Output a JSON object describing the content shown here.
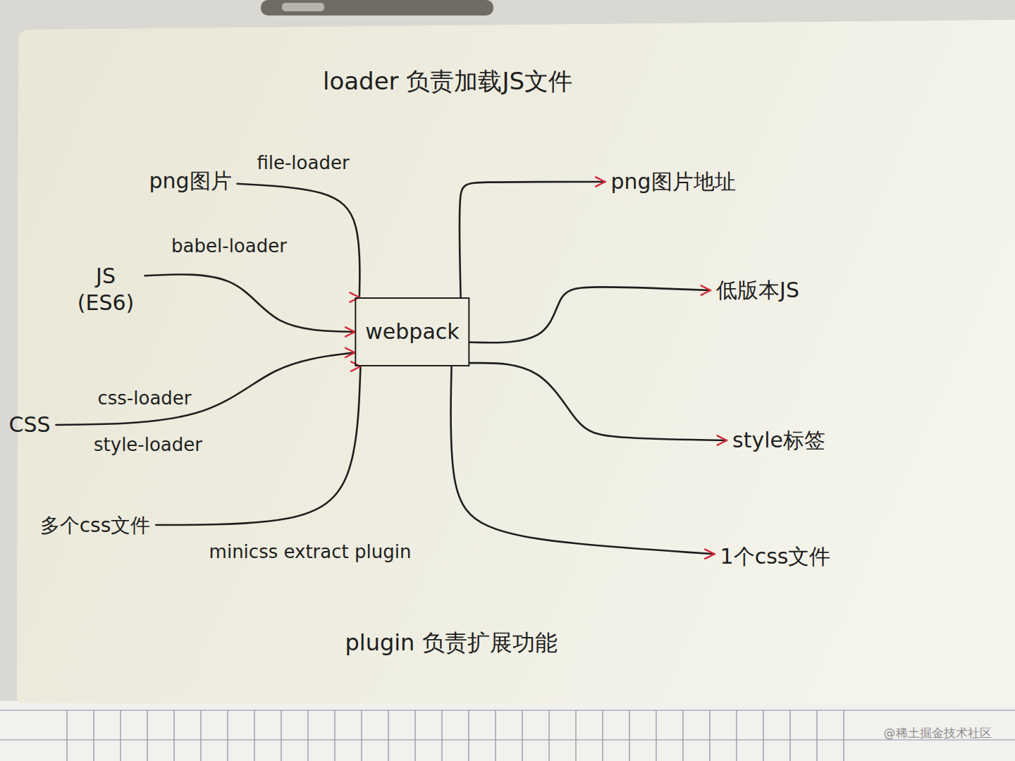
{
  "diagram": {
    "title": "loader 负责加载JS文件",
    "caption": "plugin 负责扩展功能",
    "nodes": [
      {
        "text": [
          "png图片"
        ]
      },
      {
        "text": [
          "JS (ES6)"
        ]
      },
      {
        "text": [
          "CSS"
        ]
      },
      {
        "text": [
          "多个css文件"
        ]
      },
      {
        "text": [
          "webpack"
        ]
      },
      {
        "text": [
          "png图片地址"
        ]
      },
      {
        "text": [
          "低版本JS"
        ]
      },
      {
        "text": [
          "style标签"
        ]
      },
      {
        "text": [
          "1个css文件"
        ]
      }
    ],
    "edges": [
      {
        "from": 0,
        "to": 4,
        "arrow": "to",
        "label": "file-loader"
      },
      {
        "from": 1,
        "to": 4,
        "arrow": "to",
        "label": "babel-loader"
      },
      {
        "from": 2,
        "to": 4,
        "arrow": "to",
        "label": "css-loader"
      },
      {
        "from": 3,
        "to": 4,
        "arrow": "to",
        "label": "minicss extract plugin"
      },
      {
        "from": 4,
        "to": 5,
        "arrow": "to"
      },
      {
        "from": 4,
        "to": 6,
        "arrow": "to"
      },
      {
        "from": 4,
        "to": 7,
        "arrow": "to"
      },
      {
        "from": 4,
        "to": 8,
        "arrow": "to"
      }
    ],
    "labels": [
      "style-loader",
      "@稀土掘金技术社区"
    ]
  }
}
